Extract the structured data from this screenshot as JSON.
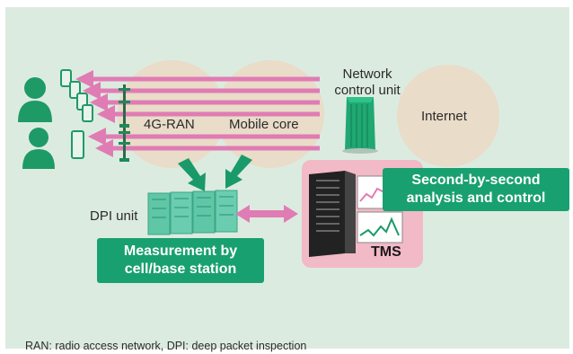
{
  "labels": {
    "network_control_unit": [
      "Network",
      "control unit"
    ],
    "internet": "Internet",
    "ran": "4G-RAN",
    "mobile_core": "Mobile core",
    "dpi_unit": "DPI unit",
    "tms": "TMS"
  },
  "callouts": {
    "second_by_second": [
      "Second-by-second",
      "analysis and control"
    ],
    "measurement": [
      "Measurement by",
      "cell/base station"
    ]
  },
  "footnote": "RAN: radio access network, DPI: deep packet inspection",
  "colors": {
    "background": "#dcebe0",
    "circle": "#e9dcc8",
    "arrow_pink": "#e07cb4",
    "accent_green": "#18a070",
    "server_panel": "#f2b9c6",
    "user_icon": "#1e9a66"
  }
}
